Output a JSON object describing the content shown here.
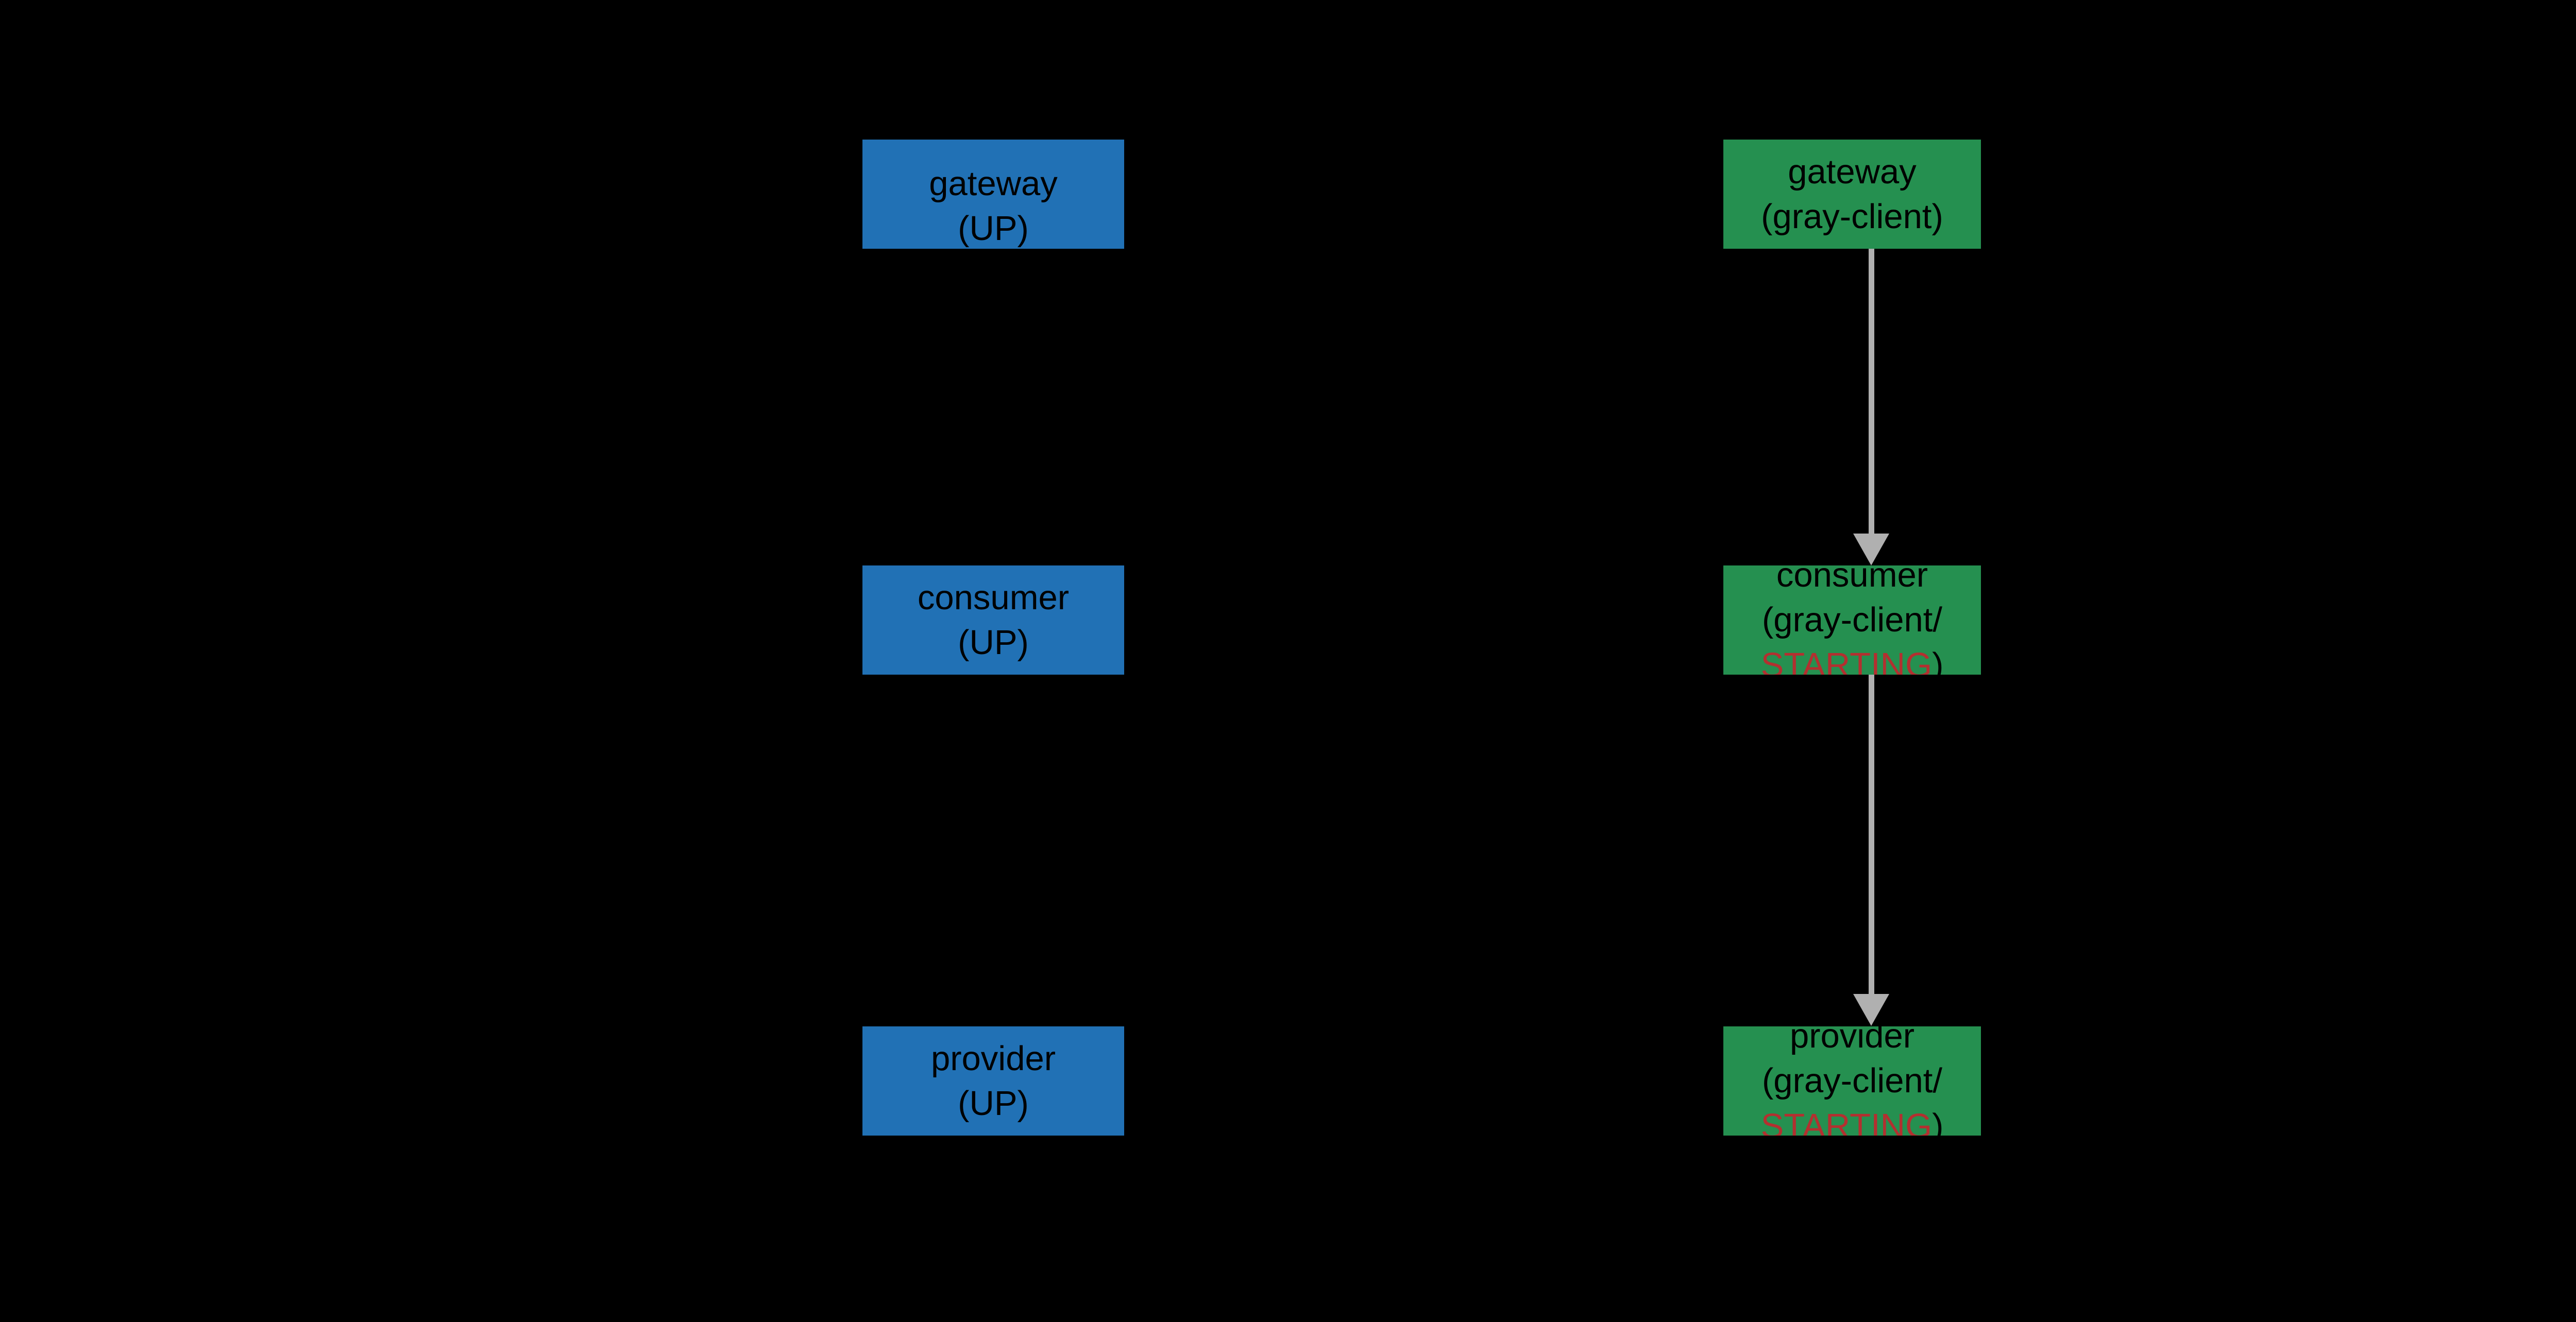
{
  "diagram": {
    "background_color": "#000000",
    "type": "service-dependency-topology",
    "columns": [
      {
        "id": "baseline",
        "color": "#2171b5",
        "nodes": [
          {
            "id": "gateway-blue",
            "name": "gateway",
            "lines": [
              "gateway"
            ],
            "clipped_second_line": true
          },
          {
            "id": "consumer-blue",
            "name": "consumer",
            "lines": [
              "consumer",
              "(UP)"
            ],
            "status": "UP"
          },
          {
            "id": "provider-blue",
            "name": "provider",
            "lines": [
              "provider",
              "(UP)"
            ],
            "status": "UP"
          }
        ]
      },
      {
        "id": "gray-release",
        "color": "#259050",
        "nodes": [
          {
            "id": "gateway-green",
            "name": "gateway",
            "lines": [
              "gateway",
              "(gray-client)"
            ],
            "tag": "gray-client"
          },
          {
            "id": "consumer-green",
            "name": "consumer",
            "lines": [
              "consumer",
              "(gray-client/",
              "STARTING)"
            ],
            "tag": "gray-client",
            "status": "STARTING",
            "status_color": "#b33030"
          },
          {
            "id": "provider-green",
            "name": "provider",
            "lines": [
              "provider",
              "(gray-client/",
              "STARTING)"
            ],
            "tag": "gray-client",
            "status": "STARTING",
            "status_color": "#b33030"
          }
        ]
      }
    ],
    "edges": [
      {
        "id": "edge-gateway-consumer",
        "from": "gateway-green",
        "to": "consumer-green",
        "color": "#b0b0b0",
        "direction": "down"
      },
      {
        "id": "edge-consumer-provider",
        "from": "consumer-green",
        "to": "provider-green",
        "color": "#b0b0b0",
        "direction": "down"
      }
    ],
    "labels": {
      "gateway": "gateway",
      "consumer": "consumer",
      "provider": "provider",
      "up_paren": "(UP)",
      "gray_client_paren": "(gray-client)",
      "gray_client_open": "(gray-client/",
      "starting": "STARTING",
      "close_paren": ")"
    }
  }
}
